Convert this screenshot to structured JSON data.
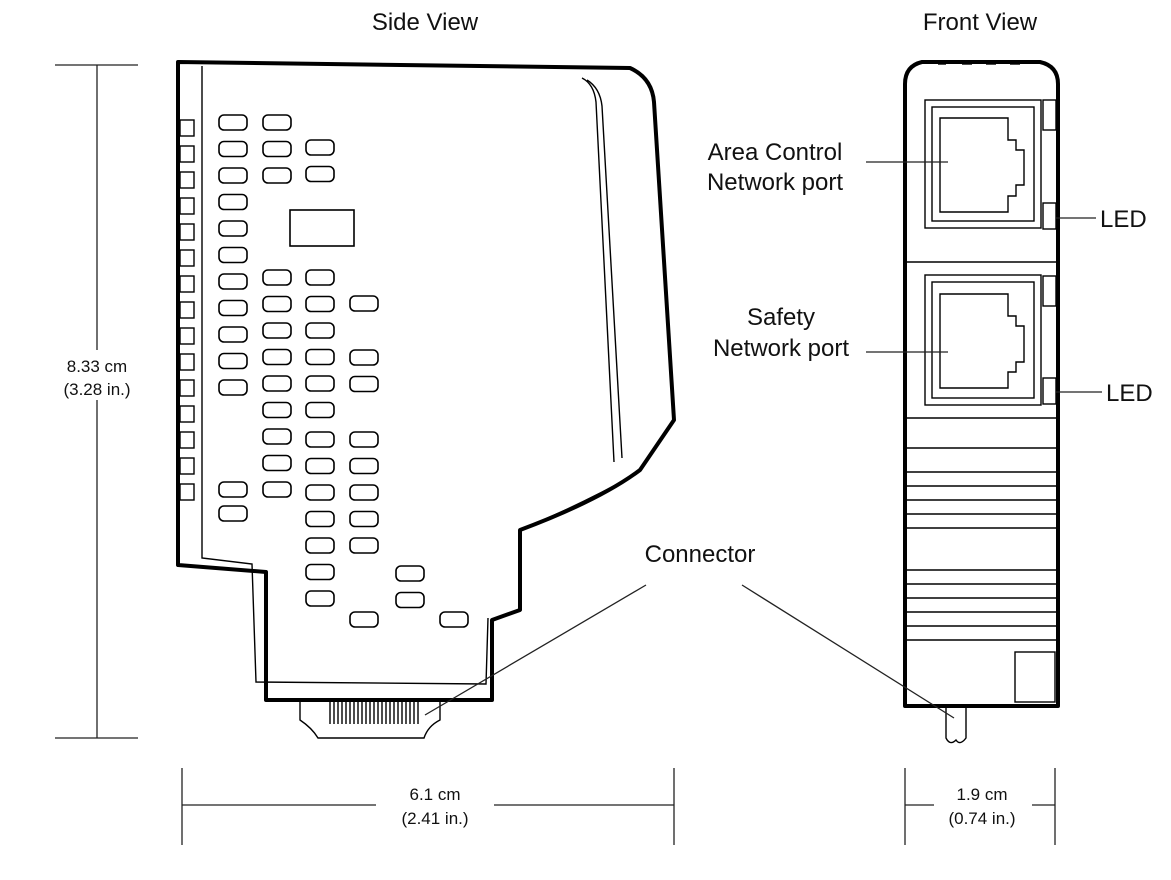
{
  "side_view": {
    "title": "Side View",
    "height_dim": {
      "metric": "8.33 cm",
      "imperial": "(3.28 in.)"
    },
    "width_dim": {
      "metric": "6.1 cm",
      "imperial": "(2.41 in.)"
    }
  },
  "front_view": {
    "title": "Front View",
    "port1": {
      "line1": "Area Control",
      "line2": "Network port"
    },
    "port2": {
      "line1": "Safety",
      "line2": "Network port"
    },
    "led1": "LED",
    "led2": "LED",
    "width_dim": {
      "metric": "1.9 cm",
      "imperial": "(0.74 in.)"
    }
  },
  "connector_label": "Connector",
  "colors": {
    "line": "#000000",
    "background": "#ffffff"
  }
}
